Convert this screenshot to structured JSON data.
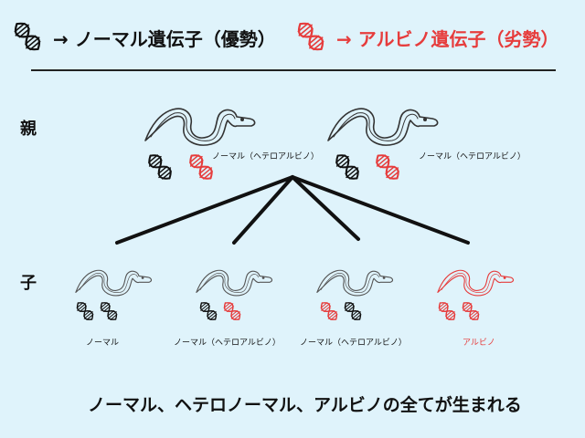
{
  "legend": {
    "normal_text": "→ ノーマル遺伝子（優勢）",
    "albino_text": "→ アルビノ遺伝子（劣勢）",
    "normal_icon": "dna-icon",
    "albino_icon": "dna-icon",
    "normal_color": "#111111",
    "albino_color": "#e63c3c"
  },
  "generations": {
    "parent_label": "親",
    "child_label": "子"
  },
  "parents": [
    {
      "label": "ノーマル（ヘテロアルビノ）",
      "genes": [
        "normal",
        "albino"
      ]
    },
    {
      "label": "ノーマル（ヘテロアルビノ）",
      "genes": [
        "normal",
        "albino"
      ]
    }
  ],
  "children": [
    {
      "label": "ノーマル",
      "genes": [
        "normal",
        "normal"
      ]
    },
    {
      "label": "ノーマル（ヘテロアルビノ）",
      "genes": [
        "normal",
        "albino"
      ]
    },
    {
      "label": "ノーマル（ヘテロアルビノ）",
      "genes": [
        "albino",
        "normal"
      ]
    },
    {
      "label": "アルビノ",
      "genes": [
        "albino",
        "albino"
      ]
    }
  ],
  "conclusion": "ノーマル、ヘテロノーマル、アルビノの全てが生まれる",
  "colors": {
    "background": "#dff3fb",
    "normal": "#111111",
    "albino": "#e63c3c"
  }
}
